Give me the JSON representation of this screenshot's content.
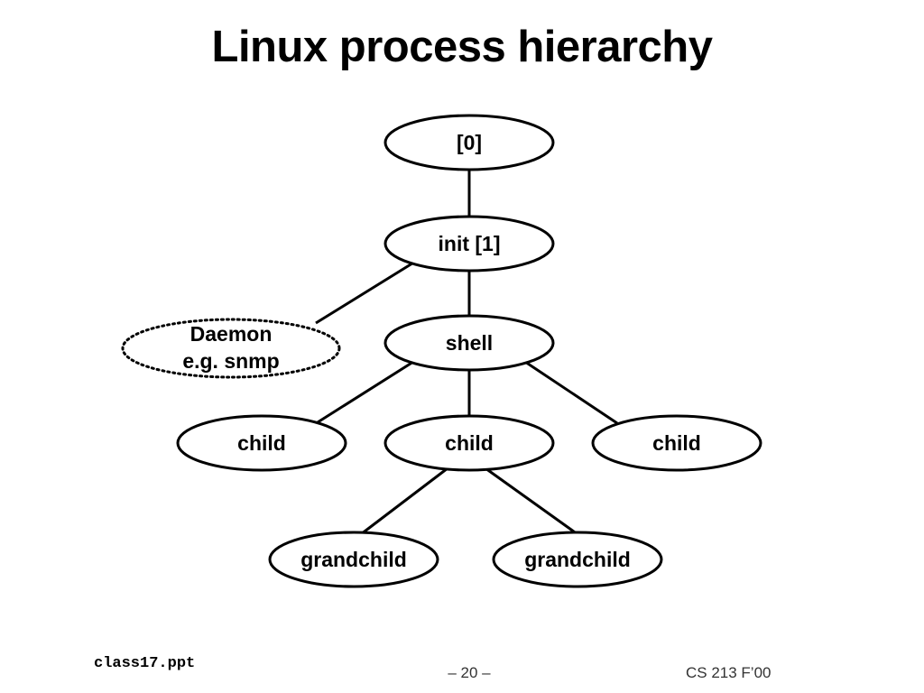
{
  "title": "Linux process hierarchy",
  "nodes": {
    "root": "[0]",
    "init": "init [1]",
    "daemon_line1": "Daemon",
    "daemon_line2": "e.g. snmp",
    "shell": "shell",
    "child_left": "child",
    "child_middle": "child",
    "child_right": "child",
    "grandchild_left": "grandchild",
    "grandchild_right": "grandchild"
  },
  "footer": {
    "filename": "class17.ppt",
    "page": "– 20 –",
    "course": "CS 213 F’00"
  }
}
